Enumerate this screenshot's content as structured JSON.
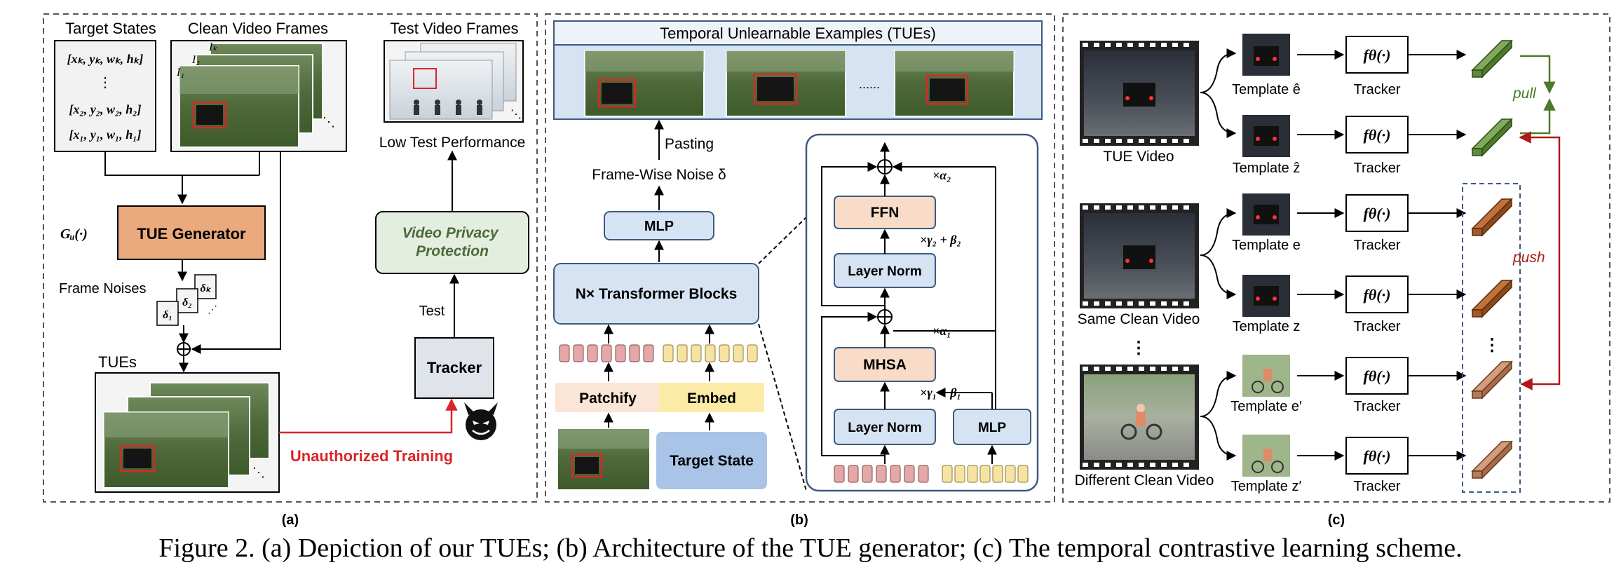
{
  "panel_a": {
    "target_states_title": "Target States",
    "state_rows": [
      "[xₖ, yₖ, wₖ, hₖ]",
      "⋮",
      "[x₂, y₂, w₂, h₂]",
      "[x₁, y₁, w₁, h₁]"
    ],
    "clean_frames_title": "Clean Video Frames",
    "frame_labels": [
      "I₁",
      "I₂",
      "Iₖ"
    ],
    "test_frames_title": "Test Video Frames",
    "low_perf_label": "Low Test Performance",
    "generator_fn_label": "Gᵤ(·)",
    "generator_label": "TUE Generator",
    "frame_noises_label": "Frame Noises",
    "noise_labels": [
      "δ₁",
      "δ₂",
      "δₖ"
    ],
    "tues_label": "TUEs",
    "privacy_label": "Video Privacy Protection",
    "test_label": "Test",
    "tracker_label": "Tracker",
    "unauthorized_label": "Unauthorized Training",
    "caption": "(a)"
  },
  "panel_b": {
    "tues_title": "Temporal Unlearnable Examples (TUEs)",
    "ellipsis": "......",
    "pasting_label": "Pasting",
    "noise_label": "Frame-Wise Noise δ",
    "mlp_label": "MLP",
    "transformer_label": "N× Transformer Blocks",
    "patchify_label": "Patchify",
    "embed_label": "Embed",
    "target_state_label": "Target State",
    "ffn_label": "FFN",
    "layer_norm_label": "Layer Norm",
    "mhsa_label": "MHSA",
    "inner_mlp_label": "MLP",
    "alpha2_label": "×α₂",
    "gamma2_label": "×γ₂ + β₂",
    "alpha1_label": "×α₁",
    "gamma1_label": "×γ₁ + β₁",
    "caption": "(b)"
  },
  "panel_c": {
    "tue_video_label": "TUE Video",
    "same_clean_label": "Same Clean Video",
    "different_clean_label": "Different Clean Video",
    "template_labels": [
      "Template ê",
      "Template ẑ",
      "Template e",
      "Template z",
      "Template e′",
      "Template z′"
    ],
    "tracker_fn_label": "fθ(·)",
    "tracker_label": "Tracker",
    "pull_label": "pull",
    "push_label": "push",
    "vdots": "⋮",
    "caption": "(c)"
  },
  "figure_caption": "Figure 2. (a) Depiction of our TUEs; (b) Architecture of the TUE generator; (c) The temporal contrastive learning scheme.",
  "colors": {
    "generator_fill": "#eba97e",
    "blue_box": "#d6e3f3",
    "blue_stroke": "#3d5a80",
    "tracker_fill": "#dfe3ea",
    "privacy_fill": "#e3eee0",
    "privacy_text": "#4c6a3a",
    "token_pink": "#e5a7a8",
    "token_yellow": "#f7e3a1",
    "patchify_fill": "#fbe5d6",
    "embed_fill": "#fbeba7",
    "target_fill": "#a9c4e6",
    "ffn_fill": "#f9dcc7",
    "red": "#d9262b",
    "green_bar": "#7faa5a",
    "brown_bar": "#c0713c",
    "light_brown_bar": "#d49c7c",
    "pull_color": "#4a7a2a",
    "push_color": "#b01818"
  }
}
